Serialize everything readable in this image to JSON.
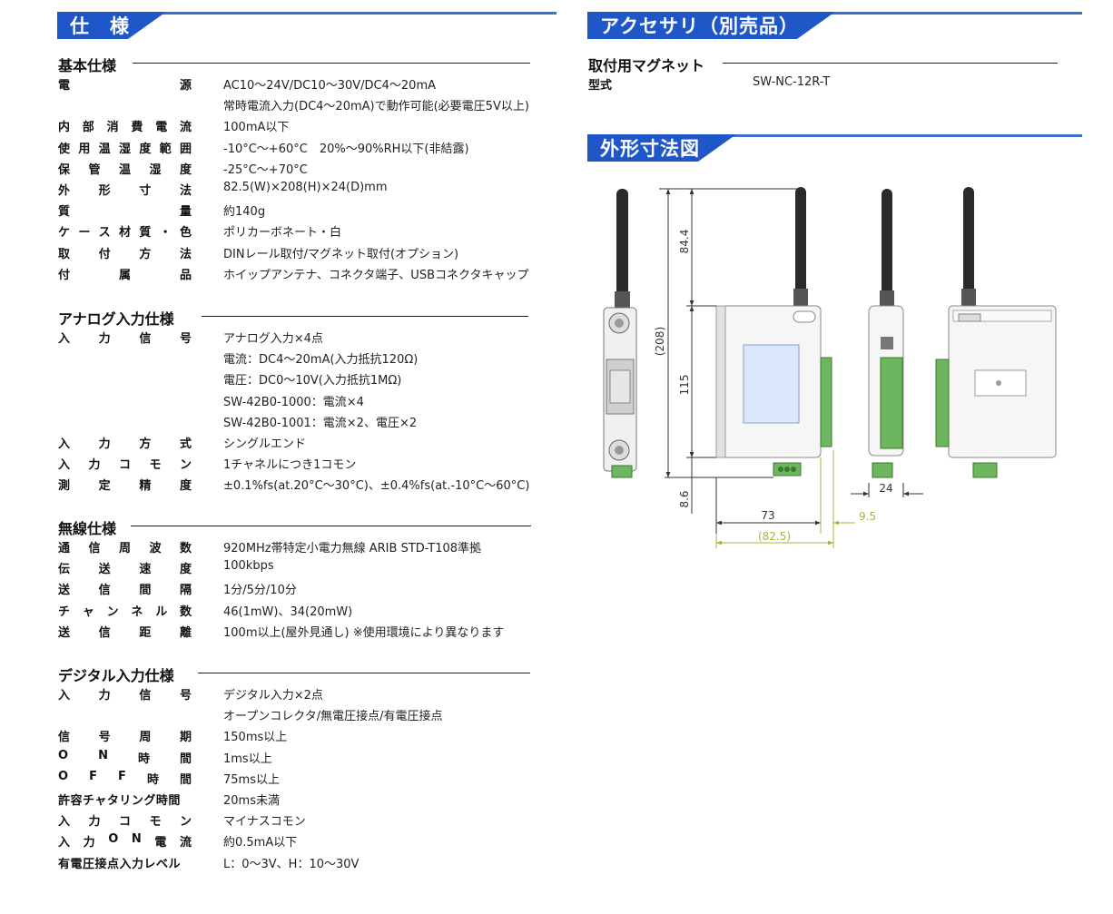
{
  "spec_header": "仕　様",
  "accessory_header": "アクセサリ（別売品）",
  "dimension_header": "外形寸法図",
  "basic": {
    "title": "基本仕様",
    "rows": [
      {
        "label": "電源",
        "values": [
          "AC10～24V/DC10～30V/DC4～20mA",
          "常時電流入力(DC4～20mA)で動作可能(必要電圧5V以上)"
        ]
      },
      {
        "label": "内部消費電流",
        "values": [
          "100mA以下"
        ]
      },
      {
        "label": "使用温湿度範囲",
        "values": [
          "-10°C～+60°C　20%～90%RH以下(非結露)"
        ]
      },
      {
        "label": "保管温湿度",
        "values": [
          "-25°C～+70°C"
        ]
      },
      {
        "label": "外形寸法",
        "values": [
          "82.5(W)×208(H)×24(D)mm"
        ]
      },
      {
        "label": "質量",
        "values": [
          "約140g"
        ]
      },
      {
        "label": "ケース材質・色",
        "values": [
          "ポリカーボネート・白"
        ]
      },
      {
        "label": "取付方法",
        "values": [
          "DINレール取付/マグネット取付(オプション)"
        ]
      },
      {
        "label": "付属品",
        "values": [
          "ホイップアンテナ、コネクタ端子、USBコネクタキャップ"
        ]
      }
    ]
  },
  "analog": {
    "title": "アナログ入力仕様",
    "rows": [
      {
        "label": "入力信号",
        "values": [
          "アナログ入力×4点",
          "電流：DC4～20mA(入力抵抗120Ω)",
          "電圧：DC0～10V(入力抵抗1MΩ)",
          "SW-42B0-1000：電流×4",
          "SW-42B0-1001：電流×2、電圧×2"
        ]
      },
      {
        "label": "入力方式",
        "values": [
          "シングルエンド"
        ]
      },
      {
        "label": "入力コモン",
        "values": [
          "1チャネルにつき1コモン"
        ]
      },
      {
        "label": "測定精度",
        "values": [
          "±0.1%fs(at.20°C～30°C)、±0.4%fs(at.-10°C～60°C)"
        ]
      }
    ]
  },
  "wireless": {
    "title": "無線仕様",
    "rows": [
      {
        "label": "通信周波数",
        "values": [
          "920MHz帯特定小電力無線 ARIB STD-T108準拠"
        ]
      },
      {
        "label": "伝送速度",
        "values": [
          "100kbps"
        ]
      },
      {
        "label": "送信間隔",
        "values": [
          "1分/5分/10分"
        ]
      },
      {
        "label": "チャンネル数",
        "values": [
          "46(1mW)、34(20mW)"
        ]
      },
      {
        "label": "送信距離",
        "values": [
          "100m以上(屋外見通し) ※使用環境により異なります"
        ]
      }
    ]
  },
  "digital": {
    "title": "デジタル入力仕様",
    "rows": [
      {
        "label": "入力信号",
        "values": [
          "デジタル入力×2点",
          "オープンコレクタ/無電圧接点/有電圧接点"
        ]
      },
      {
        "label": "信号周期",
        "values": [
          "150ms以上"
        ]
      },
      {
        "label": "ON時間",
        "values": [
          "1ms以上"
        ]
      },
      {
        "label": "OFF時間",
        "values": [
          "75ms以上"
        ]
      },
      {
        "label": "許容チャタリング時間",
        "values": [
          "20ms未満"
        ]
      },
      {
        "label": "入力コモン",
        "values": [
          "マイナスコモン"
        ]
      },
      {
        "label": "入力ON電流",
        "values": [
          "約0.5mA以下"
        ]
      },
      {
        "label": "有電圧接点入力レベル",
        "values": [
          "L：0～3V、H：10～30V"
        ]
      }
    ]
  },
  "magnet": {
    "title": "取付用マグネット",
    "label": "型式",
    "value": "SW-NC-12R-T"
  },
  "dims": {
    "d208": "(208)",
    "d84": "84.4",
    "d115": "115",
    "d86": "8.6",
    "d24": "24",
    "d73": "73",
    "d825": "(82.5)",
    "d95": "9.5"
  }
}
